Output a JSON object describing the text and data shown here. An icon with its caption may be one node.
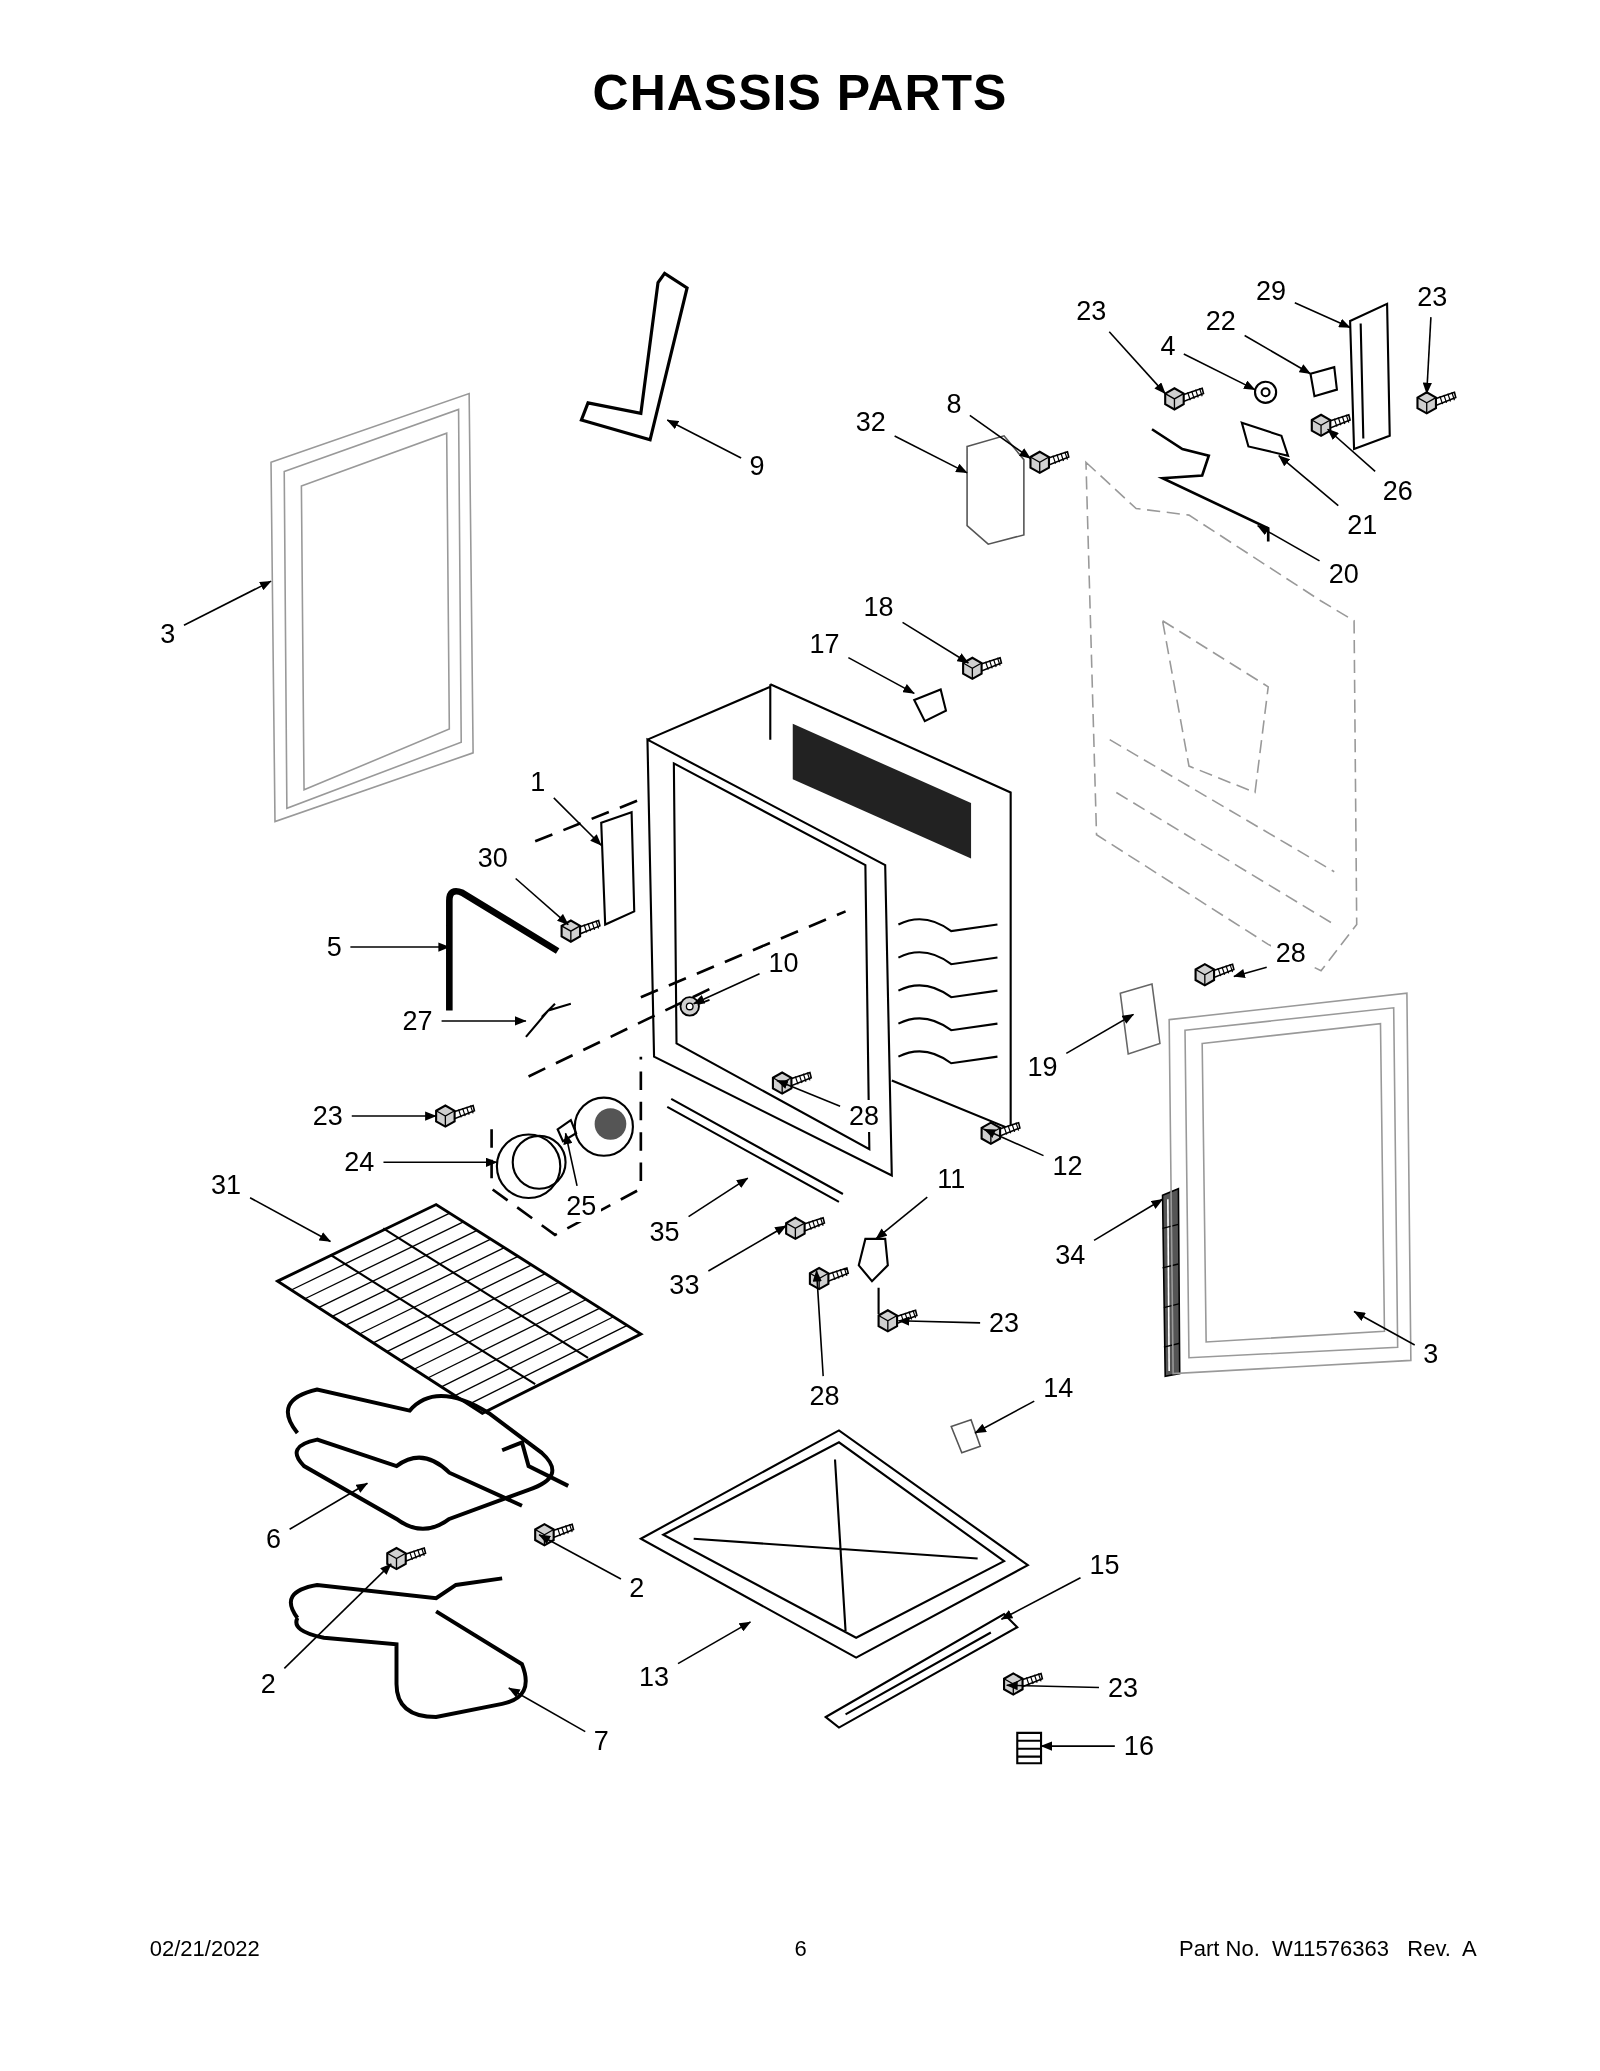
{
  "diagram": {
    "title": "CHASSIS PARTS",
    "nodes": [
      {
        "text": [
          "9"
        ]
      },
      {
        "text": [
          "3"
        ]
      },
      {
        "text": [
          "32"
        ]
      },
      {
        "text": [
          "8"
        ]
      },
      {
        "text": [
          "23"
        ]
      },
      {
        "text": [
          "4"
        ]
      },
      {
        "text": [
          "22"
        ]
      },
      {
        "text": [
          "29"
        ]
      },
      {
        "text": [
          "23"
        ]
      },
      {
        "text": [
          "26"
        ]
      },
      {
        "text": [
          "21"
        ]
      },
      {
        "text": [
          "20"
        ]
      },
      {
        "text": [
          "18"
        ]
      },
      {
        "text": [
          "17"
        ]
      },
      {
        "text": [
          "1"
        ]
      },
      {
        "text": [
          "30"
        ]
      },
      {
        "text": [
          "5"
        ]
      },
      {
        "text": [
          "10"
        ]
      },
      {
        "text": [
          "28"
        ]
      },
      {
        "text": [
          "27"
        ]
      },
      {
        "text": [
          "19"
        ]
      },
      {
        "text": [
          "28"
        ]
      },
      {
        "text": [
          "23"
        ]
      },
      {
        "text": [
          "12"
        ]
      },
      {
        "text": [
          "24"
        ]
      },
      {
        "text": [
          "25"
        ]
      },
      {
        "text": [
          "31"
        ]
      },
      {
        "text": [
          "11"
        ]
      },
      {
        "text": [
          "35"
        ]
      },
      {
        "text": [
          "34"
        ]
      },
      {
        "text": [
          "33"
        ]
      },
      {
        "text": [
          "23"
        ]
      },
      {
        "text": [
          "28"
        ]
      },
      {
        "text": [
          "3"
        ]
      },
      {
        "text": [
          "14"
        ]
      },
      {
        "text": [
          "6"
        ]
      },
      {
        "text": [
          "2"
        ]
      },
      {
        "text": [
          "15"
        ]
      },
      {
        "text": [
          "13"
        ]
      },
      {
        "text": [
          "2"
        ]
      },
      {
        "text": [
          "23"
        ]
      },
      {
        "text": [
          "7"
        ]
      },
      {
        "text": [
          "16"
        ]
      },
      {
        "text": [],
        "shape": "picture"
      },
      {
        "text": [],
        "shape": "picture"
      },
      {
        "text": [],
        "shape": "picture"
      },
      {
        "text": [],
        "shape": "picture"
      },
      {
        "text": [],
        "shape": "picture"
      },
      {
        "text": [],
        "shape": "picture"
      },
      {
        "text": [],
        "shape": "picture"
      },
      {
        "text": [],
        "shape": "picture"
      },
      {
        "text": [],
        "shape": "picture"
      },
      {
        "text": [],
        "shape": "picture"
      },
      {
        "text": [],
        "shape": "picture"
      },
      {
        "text": [],
        "shape": "picture"
      },
      {
        "text": [],
        "shape": "picture"
      },
      {
        "text": [],
        "shape": "picture"
      },
      {
        "text": [],
        "shape": "picture"
      },
      {
        "text": [],
        "shape": "picture"
      },
      {
        "text": [],
        "shape": "picture"
      },
      {
        "text": [],
        "shape": "picture"
      },
      {
        "text": [],
        "shape": "picture"
      },
      {
        "text": [],
        "shape": "picture"
      },
      {
        "text": [],
        "shape": "picture"
      },
      {
        "text": [],
        "shape": "picture"
      },
      {
        "text": [],
        "shape": "picture"
      },
      {
        "text": [],
        "shape": "picture"
      },
      {
        "text": [],
        "shape": "picture"
      },
      {
        "text": [],
        "shape": "picture"
      },
      {
        "text": [],
        "shape": "picture"
      },
      {
        "text": [],
        "shape": "picture"
      },
      {
        "text": [],
        "shape": "picture"
      },
      {
        "text": [],
        "shape": "picture"
      },
      {
        "text": [],
        "shape": "picture"
      },
      {
        "text": [],
        "shape": "picture"
      },
      {
        "text": [],
        "shape": "picture"
      },
      {
        "text": [],
        "shape": "picture"
      },
      {
        "text": [],
        "shape": "picture"
      },
      {
        "text": [],
        "shape": "picture"
      },
      {
        "text": [],
        "shape": "picture"
      },
      {
        "text": [],
        "shape": "picture"
      },
      {
        "text": [],
        "shape": "picture"
      },
      {
        "text": [],
        "shape": "picture"
      },
      {
        "text": [],
        "shape": "picture"
      },
      {
        "text": [],
        "shape": "picture"
      },
      {
        "text": [],
        "shape": "picture"
      }
    ],
    "edges": [
      {
        "from": 0,
        "to": 43,
        "arrow": "to"
      },
      {
        "from": 1,
        "to": 44,
        "arrow": "to"
      },
      {
        "from": 2,
        "to": 45,
        "arrow": "to"
      },
      {
        "from": 3,
        "to": 46,
        "arrow": "to"
      },
      {
        "from": 4,
        "to": 47,
        "arrow": "to"
      },
      {
        "from": 5,
        "to": 48,
        "arrow": "to"
      },
      {
        "from": 6,
        "to": 49,
        "arrow": "to"
      },
      {
        "from": 7,
        "to": 50,
        "arrow": "to"
      },
      {
        "from": 8,
        "to": 51,
        "arrow": "to"
      },
      {
        "from": 9,
        "to": 52,
        "arrow": "to"
      },
      {
        "from": 10,
        "to": 53,
        "arrow": "to"
      },
      {
        "from": 11,
        "to": 54,
        "arrow": "to"
      },
      {
        "from": 12,
        "to": 55,
        "arrow": "to"
      },
      {
        "from": 13,
        "to": 56,
        "arrow": "to"
      },
      {
        "from": 14,
        "to": 57,
        "arrow": "to"
      },
      {
        "from": 15,
        "to": 58,
        "arrow": "to"
      },
      {
        "from": 16,
        "to": 59,
        "arrow": "to"
      },
      {
        "from": 17,
        "to": 60,
        "arrow": "to"
      },
      {
        "from": 18,
        "to": 61,
        "arrow": "to"
      },
      {
        "from": 19,
        "to": 62,
        "arrow": "to"
      },
      {
        "from": 20,
        "to": 63,
        "arrow": "to"
      },
      {
        "from": 21,
        "to": 64,
        "arrow": "to"
      },
      {
        "from": 22,
        "to": 65,
        "arrow": "to"
      },
      {
        "from": 23,
        "to": 66,
        "arrow": "to"
      },
      {
        "from": 24,
        "to": 67,
        "arrow": "to"
      },
      {
        "from": 25,
        "to": 68,
        "arrow": "to"
      },
      {
        "from": 26,
        "to": 69,
        "arrow": "to"
      },
      {
        "from": 27,
        "to": 70,
        "arrow": "to"
      },
      {
        "from": 28,
        "to": 71,
        "arrow": "to"
      },
      {
        "from": 29,
        "to": 72,
        "arrow": "to"
      },
      {
        "from": 30,
        "to": 73,
        "arrow": "to"
      },
      {
        "from": 31,
        "to": 74,
        "arrow": "to"
      },
      {
        "from": 32,
        "to": 75,
        "arrow": "to"
      },
      {
        "from": 33,
        "to": 76,
        "arrow": "to"
      },
      {
        "from": 34,
        "to": 77,
        "arrow": "to"
      },
      {
        "from": 35,
        "to": 78,
        "arrow": "to"
      },
      {
        "from": 36,
        "to": 79,
        "arrow": "to"
      },
      {
        "from": 37,
        "to": 80,
        "arrow": "to"
      },
      {
        "from": 38,
        "to": 81,
        "arrow": "to"
      },
      {
        "from": 39,
        "to": 82,
        "arrow": "to"
      },
      {
        "from": 40,
        "to": 83,
        "arrow": "to"
      },
      {
        "from": 41,
        "to": 84,
        "arrow": "to"
      },
      {
        "from": 42,
        "to": 85,
        "arrow": "to"
      }
    ],
    "labels": [
      "02/21/2022",
      "6",
      "Part No.  W11576363   Rev.  A"
    ]
  }
}
